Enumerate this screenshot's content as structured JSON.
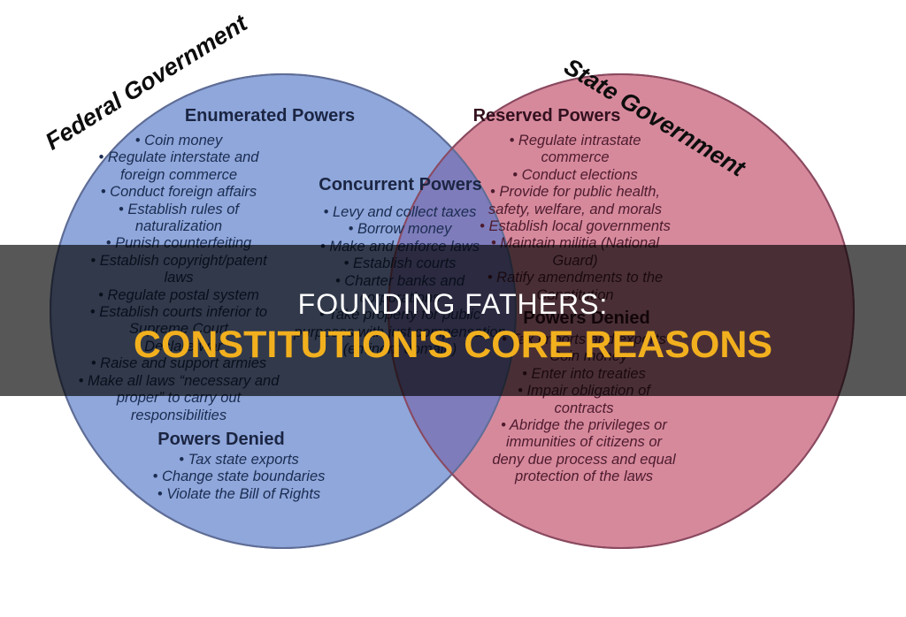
{
  "banner": {
    "line1": "FOUNDING FATHERS:",
    "line2": "CONSTITUTION'S CORE REASONS"
  },
  "venn": {
    "left_label": "Federal Government",
    "right_label": "State Government",
    "left": {
      "title": "Enumerated Powers",
      "items": [
        "• Coin money",
        "• Regulate interstate and",
        "foreign commerce",
        "• Conduct foreign affairs",
        "• Establish rules of",
        "naturalization",
        "• Punish counterfeiting",
        "• Establish copyright/patent",
        "laws",
        "• Regulate postal system",
        "• Establish courts inferior to",
        "Supreme Court",
        "• Declare war",
        "• Raise and support armies",
        "• Make all laws “necessary and",
        "proper” to carry out",
        "responsibilities"
      ],
      "denied_title": "Powers Denied",
      "denied_items": [
        "• Tax state exports",
        "• Change state boundaries",
        "• Violate the Bill of Rights"
      ]
    },
    "middle": {
      "title": "Concurrent Powers",
      "items": [
        "• Levy and collect taxes",
        "• Borrow money",
        "• Make and enforce laws",
        "• Establish courts",
        "• Charter banks and",
        "corporations",
        "• Take property for public",
        "purposes with just compensation",
        "(eminent domain)"
      ]
    },
    "right": {
      "title": "Reserved Powers",
      "items": [
        "• Regulate intrastate",
        "commerce",
        "• Conduct elections",
        "• Provide for public health,",
        "safety, welfare, and morals",
        "• Establish local governments",
        "• Maintain militia (National",
        "Guard)",
        "• Ratify amendments to the",
        "Constitution"
      ],
      "denied_title": "Powers Denied",
      "denied_items": [
        "• Tax imports and exports",
        "• Coin money",
        "• Enter into treaties",
        "• Impair obligation of",
        "contracts",
        "• Abridge the privileges or",
        "immunities of citizens or",
        "deny due process and equal",
        "protection of the laws"
      ]
    }
  },
  "colors": {
    "page_bg": "#ffffff",
    "federal_fill": "#8fa7db",
    "federal_border": "#5f6d96",
    "state_fill": "#d7899c",
    "state_border": "#8a4a60",
    "overlap_fill": "#7e7cbb",
    "federal_text": "#1b2c50",
    "federal_heading": "#1b2542",
    "state_text": "#4d1b2e",
    "state_heading": "#33111f",
    "label_text": "#0d0d0d",
    "banner_bg": "rgba(0,0,0,0.66)",
    "banner_line1_color": "#ffffff",
    "banner_line2_color": "#f2b01e"
  }
}
